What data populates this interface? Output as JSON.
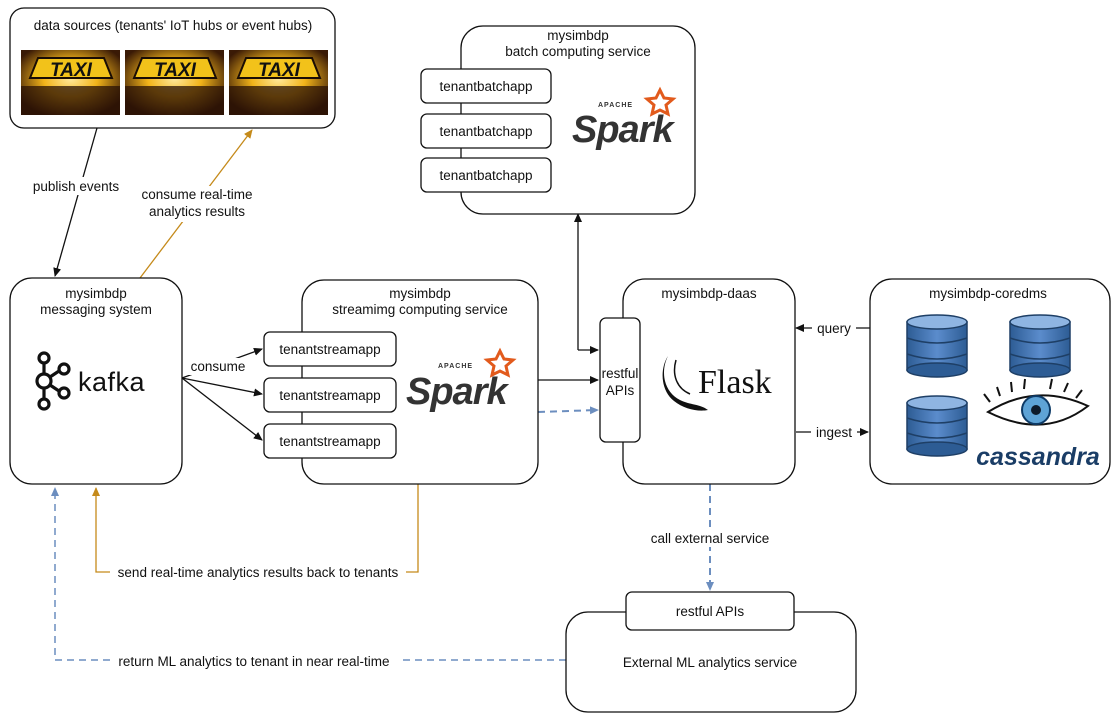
{
  "nodes": {
    "data_sources": {
      "title": "data sources (tenants' IoT hubs or event hubs)",
      "image_text": "TAXI"
    },
    "messaging": {
      "title_line1": "mysimbdp",
      "title_line2": "messaging system",
      "logo_text": "kafka"
    },
    "streaming": {
      "title_line1": "mysimbdp",
      "title_line2": "streamimg computing service",
      "apps": [
        "tenantstreamapp",
        "tenantstreamapp",
        "tenantstreamapp"
      ],
      "logo_apache": "APACHE",
      "logo_text": "Spark"
    },
    "batch": {
      "title_line1": "mysimbdp",
      "title_line2": "batch computing service",
      "apps": [
        "tenantbatchapp",
        "tenantbatchapp",
        "tenantbatchapp"
      ],
      "logo_apache": "APACHE",
      "logo_text": "Spark"
    },
    "daas": {
      "title": "mysimbdp-daas",
      "api_line1": "restful",
      "api_line2": "APIs",
      "logo_text": "Flask"
    },
    "coredms": {
      "title": "mysimbdp-coredms",
      "logo_text": "cassandra"
    },
    "external": {
      "api_label": "restful APIs",
      "title": "External ML analytics service"
    }
  },
  "edges": {
    "publish": "publish events",
    "consume_results_line1": "consume real-time",
    "consume_results_line2": "analytics results",
    "consume": "consume",
    "send_back": "send real-time analytics results back to tenants",
    "call_external": "call external service",
    "return_ml": "return ML analytics to tenant in near real-time",
    "query": "query",
    "ingest": "ingest"
  },
  "colors": {
    "line": "#111111",
    "orange": "#c58a1a",
    "blue_dashed": "#6c8ebf",
    "spark_orange": "#e25a1c",
    "db_blue": "#3e6ea7",
    "db_light": "#8fb5e2",
    "taxi_yellow": "#f2c21a"
  }
}
